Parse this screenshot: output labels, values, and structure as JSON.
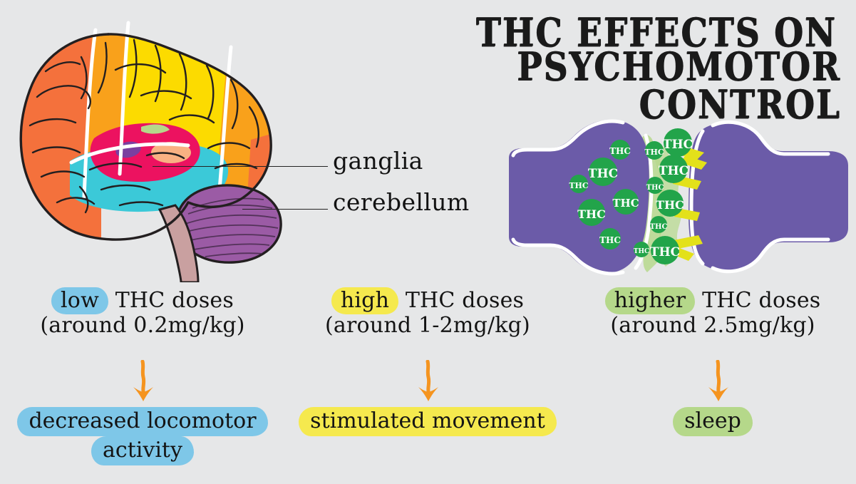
{
  "title": {
    "line1": "THC EFFECTS ON",
    "line2": "PSYCHOMOTOR CONTROL"
  },
  "brain": {
    "labels": {
      "ganglia": "ganglia",
      "cerebellum": "cerebellum"
    },
    "colors": {
      "frontal_lobe": "#f4713c",
      "premotor": "#f9a11b",
      "parietal_lobe": "#fcdb00",
      "occipital_lobe": "#f9a11b",
      "temporal_lobe": "#3bc9d8",
      "basal_ganglia": "#ec1260",
      "thalamus": "#7b3fa0",
      "hypothalamus": "#f9b183",
      "cerebellum": "#9b5ba5",
      "brainstem": "#c9a0a0",
      "outline": "#231f20"
    }
  },
  "synapse": {
    "molecule_label": "THC",
    "colors": {
      "neuron": "#6b5ba8",
      "neuron_outline": "#ffffff",
      "cleft": "#b5d88a",
      "molecule": "#22a44a",
      "receptor": "#e3e11a"
    }
  },
  "doses": [
    {
      "id": "low",
      "highlight_word": "low",
      "rest_of_line": " THC doses",
      "amount_line": "(around 0.2mg/kg)",
      "highlight_color": "#7ec7e8",
      "arrow_color": "#f5941f",
      "outcome_lines": [
        "decreased locomotor",
        "activity"
      ],
      "outcome_color": "#7ec7e8"
    },
    {
      "id": "high",
      "highlight_word": "high",
      "rest_of_line": " THC doses",
      "amount_line": "(around 1-2mg/kg)",
      "highlight_color": "#f5e94e",
      "arrow_color": "#f5941f",
      "outcome_lines": [
        "stimulated movement"
      ],
      "outcome_color": "#f5e94e"
    },
    {
      "id": "higher",
      "highlight_word": "higher",
      "rest_of_line": " THC doses",
      "amount_line": "(around 2.5mg/kg)",
      "highlight_color": "#b5d88a",
      "arrow_color": "#f5941f",
      "outcome_lines": [
        "sleep"
      ],
      "outcome_color": "#b5d88a"
    }
  ],
  "background_color": "#e6e7e8"
}
